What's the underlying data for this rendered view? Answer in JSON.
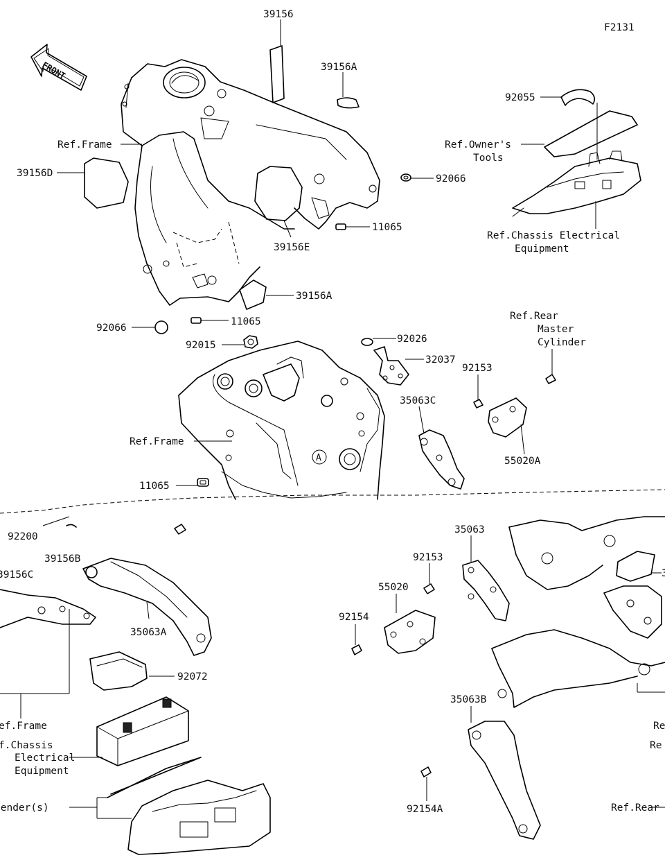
{
  "figure_code": "F2131",
  "direction_label": "FRONT",
  "ref_marker": "A",
  "part_numbers": {
    "p39156": "39156",
    "p39156A_top": "39156A",
    "p39156A_mid": "39156A",
    "p39156D": "39156D",
    "p39156E": "39156E",
    "p39156B": "39156B",
    "p39156C": "39156C",
    "p39156_right": "3",
    "p92055": "92055",
    "p92066_right": "92066",
    "p92066_left": "92066",
    "p11065_upper": "11065",
    "p11065_mid": "11065",
    "p11065_frame": "11065",
    "p92026": "92026",
    "p32037": "32037",
    "p92015": "92015",
    "p92153_top": "92153",
    "p92153_mid": "92153",
    "p35063C": "35063C",
    "p55020A": "55020A",
    "p92200": "92200",
    "p35063": "35063",
    "p55020": "55020",
    "p92154": "92154",
    "p35063A": "35063A",
    "p92072": "92072",
    "p35063B": "35063B",
    "p92154A": "92154A"
  },
  "references": {
    "frame_top": "Ref.Frame",
    "owners_tools_1": "Ref.Owner's",
    "owners_tools_2": "Tools",
    "chassis_elec_top_1": "Ref.Chassis Electrical",
    "chassis_elec_top_2": "Equipment",
    "rear_master_1": "Ref.Rear",
    "rear_master_2": "Master",
    "rear_master_3": "Cylinder",
    "frame_mid": "Ref.Frame",
    "frame_bottom": "ef.Frame",
    "chassis_elec_bottom_1": "f.Chassis",
    "chassis_elec_bottom_2": "Electrical",
    "chassis_elec_bottom_3": "Equipment",
    "fenders": "Fender(s)",
    "right_re_1": "Re",
    "right_re_2": "Re",
    "right_rear": "Ref.Rear"
  }
}
